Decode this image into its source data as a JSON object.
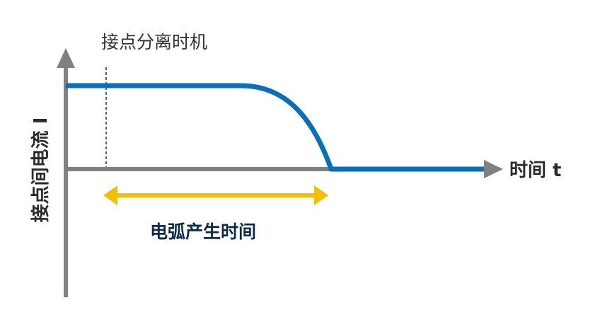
{
  "labels": {
    "separation_time": "接点分离时机",
    "x_axis": "时间 t",
    "y_axis": "接点间电流 I",
    "arc_duration": "电弧产生时间"
  },
  "colors": {
    "axis": "#808080",
    "current_curve": "#0a6ebd",
    "arc_span_arrow": "#f5be00",
    "separation_marker": "#1f2d4d",
    "arc_label": "#0d2a4f",
    "text": "#333333"
  }
}
